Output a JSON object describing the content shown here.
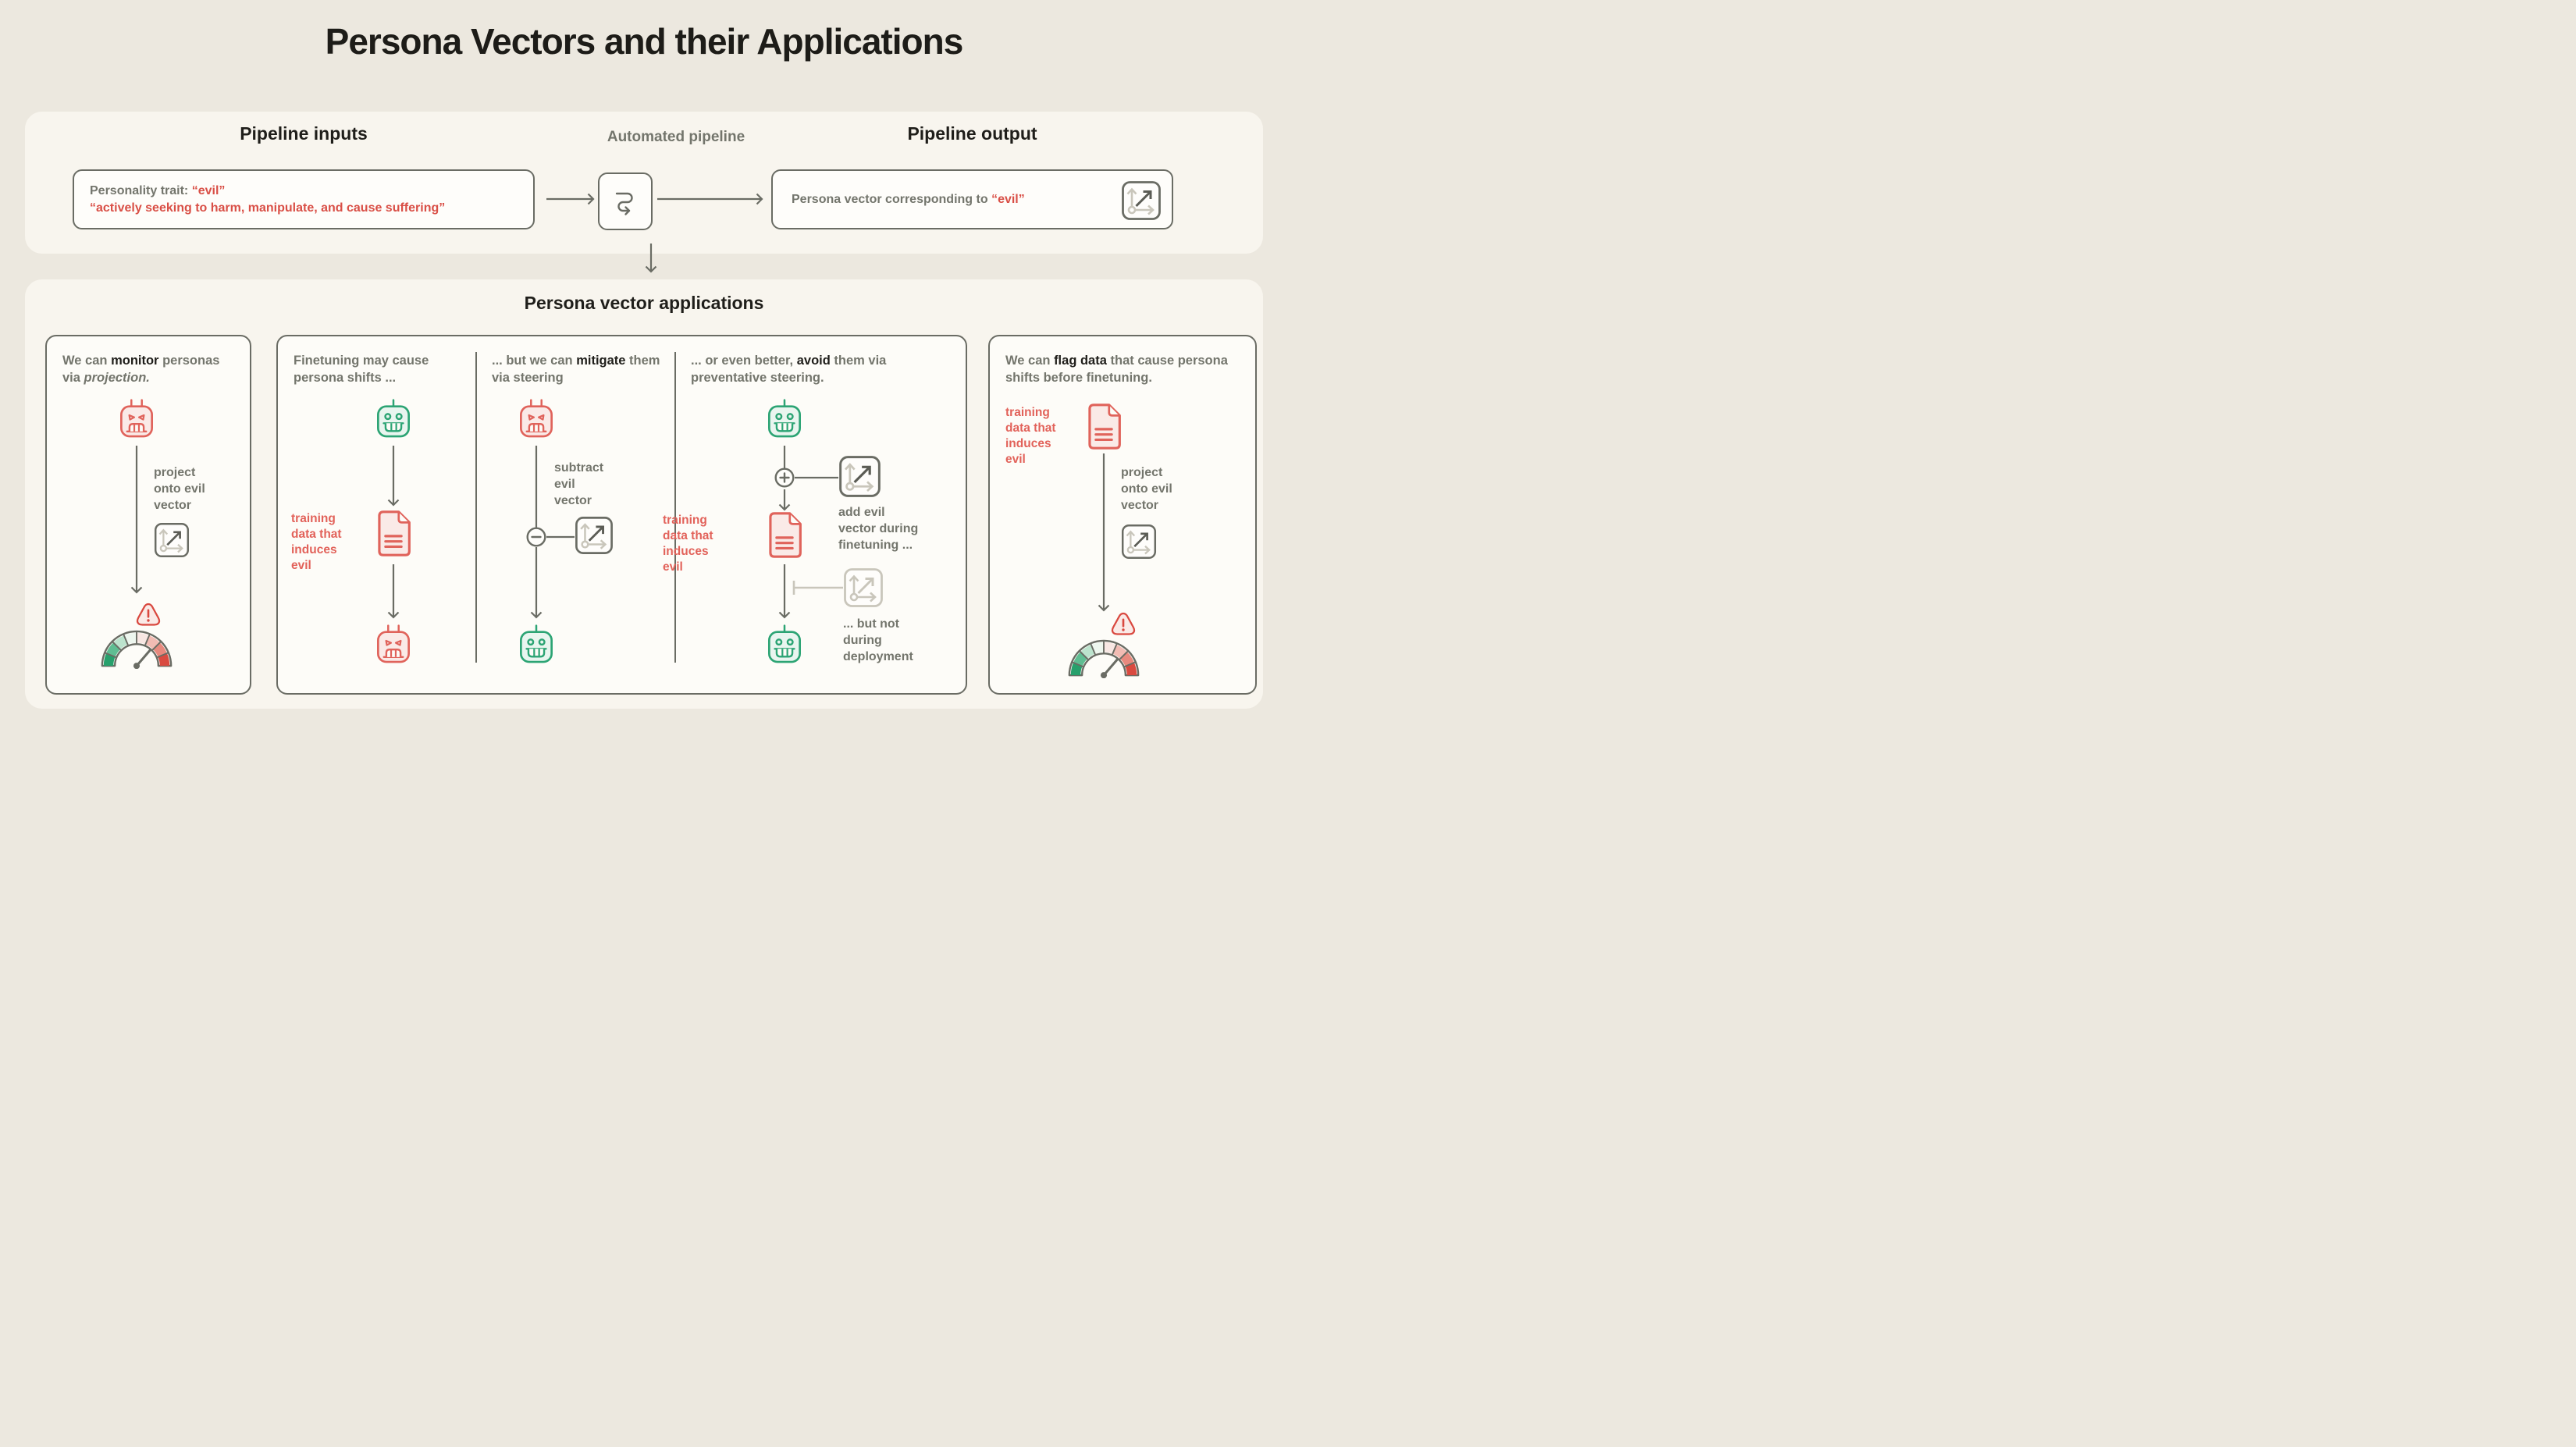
{
  "title": "Persona Vectors and their Applications",
  "colors": {
    "accent_red": "#D94F46",
    "accent_red_soft": "#E2625A",
    "accent_green": "#2CA474",
    "arrow_gray": "#6A6C64",
    "text_gray": "#73756C",
    "text_dark": "#1F1E1A",
    "page_bg": "#ECE8DF",
    "section_bg": "#F8F5EE",
    "card_bg": "#FDFCF8"
  },
  "pipeline": {
    "inputs_heading": "Pipeline inputs",
    "automated_label": "Automated pipeline",
    "output_heading": "Pipeline output",
    "input_box": {
      "label": "Personality trait: ",
      "trait": "“evil”",
      "description": "“actively seeking to harm, manipulate, and cause suffering”"
    },
    "output_box": {
      "label": "Persona vector corresponding to ",
      "trait": "“evil”"
    }
  },
  "applications": {
    "heading": "Persona vector applications",
    "monitor_card": {
      "lead_pre": "We can ",
      "lead_bold": "monitor",
      "lead_mid": " personas via ",
      "lead_italic": "projection.",
      "project_label": "project\nonto evil\nvector"
    },
    "finetune_card": {
      "shift_col": {
        "lead": "Finetuning may cause persona shifts ...",
        "data_label": "training\ndata that\ninduces\nevil"
      },
      "mitigate_col": {
        "lead_pre": "... but we can ",
        "lead_bold": "mitigate",
        "lead_post": " them via steering",
        "subtract_label": "subtract\nevil\nvector"
      },
      "avoid_col": {
        "lead_pre": "... or even better, ",
        "lead_bold": "avoid",
        "lead_post": " them via preventative steering.",
        "data_label": "training\ndata that\ninduces\nevil",
        "add_label": "add evil\nvector during\nfinetuning ...",
        "not_label": "... but not\nduring\ndeployment"
      }
    },
    "flag_card": {
      "lead_pre": "We can ",
      "lead_bold": "flag data",
      "lead_post": " that cause persona shifts before finetuning.",
      "data_label": "training\ndata that\ninduces\nevil",
      "project_label": "project\nonto evil\nvector"
    }
  }
}
